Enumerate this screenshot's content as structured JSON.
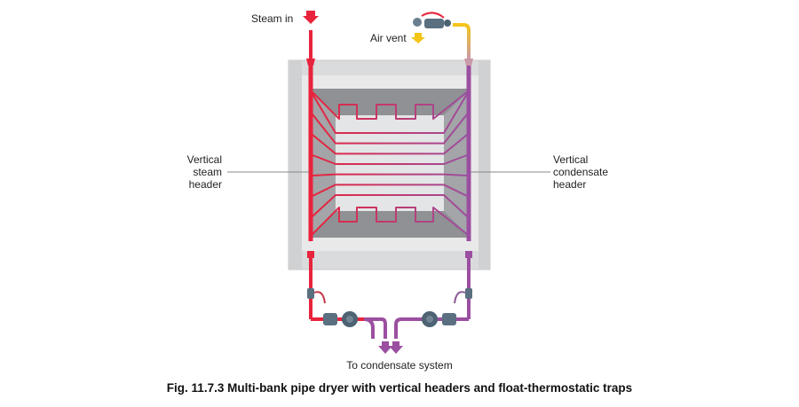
{
  "labels": {
    "steam_in": "Steam in",
    "air_vent": "Air vent",
    "steam_header_lines": [
      "Vertical",
      "steam",
      "header"
    ],
    "condensate_header_lines": [
      "Vertical",
      "condensate",
      "header"
    ],
    "to_condensate": "To condensate system"
  },
  "caption": "Fig. 11.7.3 Multi-bank pipe dryer with vertical headers and float-thermostatic traps",
  "colors": {
    "steam": "#e8243c",
    "condensate": "#9b4fa0",
    "air_vent": "#f5c518",
    "casing_outer": "#d9dadb",
    "casing_frame": "#e6e6e7",
    "cavity_dark": "#9c9ea1",
    "cavity_light": "#e3e4e5",
    "leader": "#888888"
  },
  "coil_count": 9
}
